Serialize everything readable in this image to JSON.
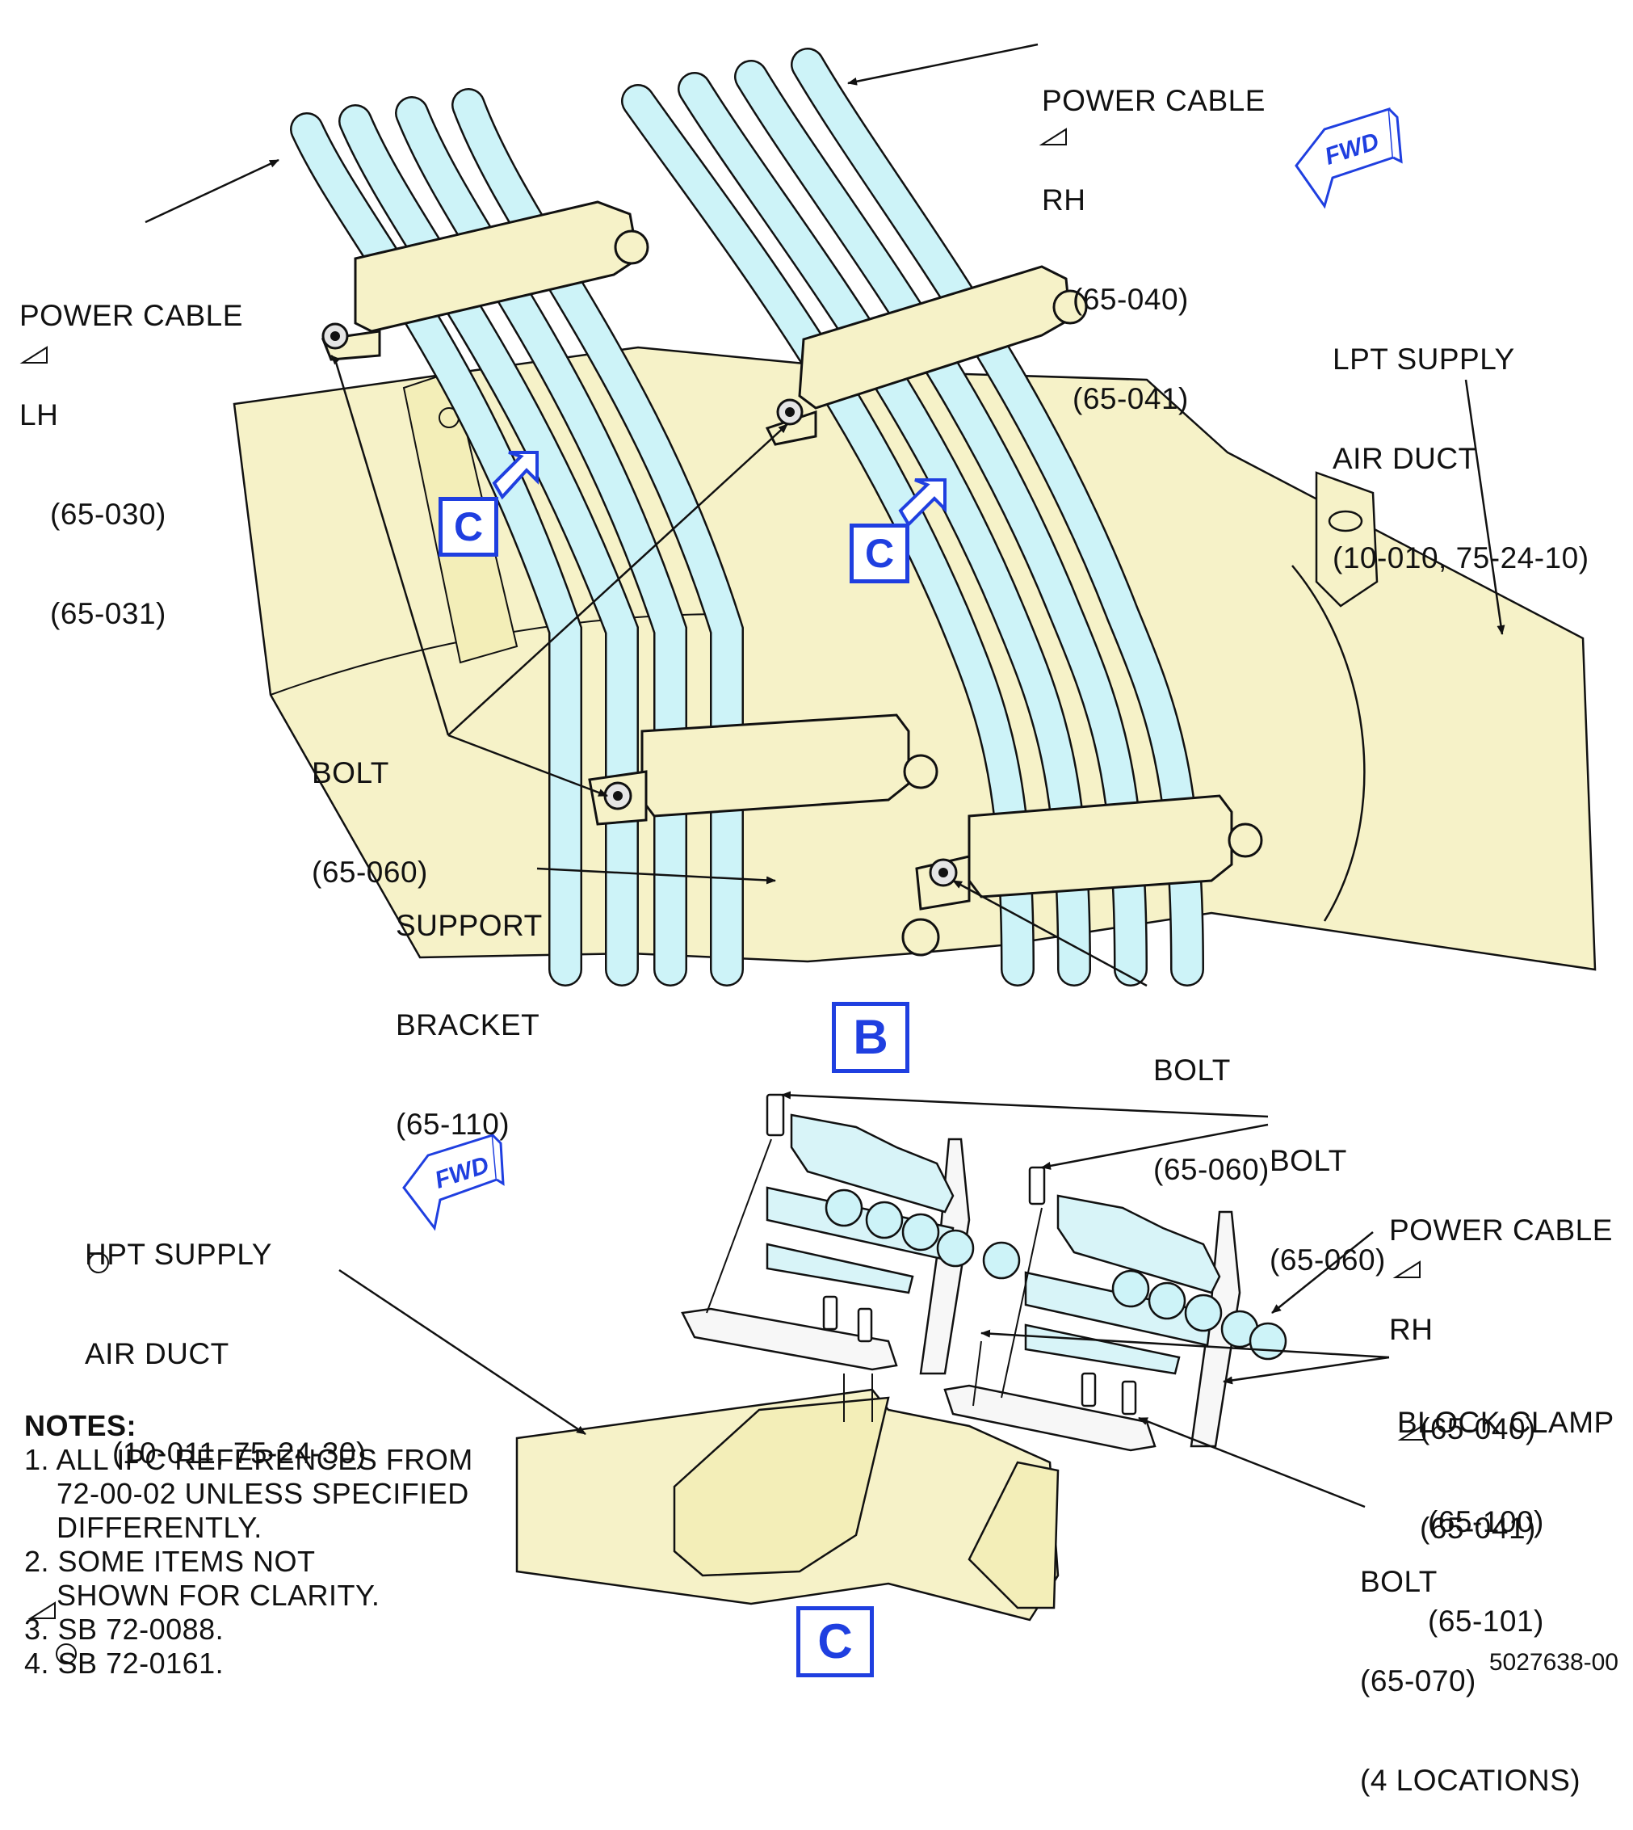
{
  "colors": {
    "cable": "#cdf3f8",
    "duct": "#f6f2c8",
    "line": "#111111",
    "callout": "#1f3fe0"
  },
  "view_b": {
    "label": "B",
    "fwd": "FWD",
    "power_cable_rh": {
      "line1": "POWER CABLE",
      "line2": "RH",
      "ref1": "(65-040)",
      "ref2": "(65-041)"
    },
    "power_cable_lh": {
      "line1": "POWER CABLE",
      "line2": "LH",
      "ref1": "(65-030)",
      "ref2": "(65-031)"
    },
    "lpt_duct": {
      "line1": "LPT SUPPLY",
      "line2": "AIR DUCT",
      "ref": "(10-010, 75-24-10)"
    },
    "bolt_left": {
      "line1": "BOLT",
      "ref": "(65-060)"
    },
    "support_bracket": {
      "line1": "SUPPORT",
      "line2": "BRACKET",
      "ref": "(65-110)"
    },
    "bolt_right": {
      "line1": "BOLT",
      "ref": "(65-060)"
    },
    "callout_c": "C"
  },
  "view_c": {
    "label": "C",
    "fwd": "FWD",
    "hpt_duct": {
      "line1": "HPT SUPPLY",
      "line2": "AIR DUCT",
      "ref": "(10-011, 75-24-30)"
    },
    "bolt_top": {
      "line1": "BOLT",
      "ref": "(65-060)"
    },
    "power_cable_rh": {
      "line1": "POWER CABLE",
      "line2": "RH",
      "ref1": "(65-040)",
      "ref2": "(65-041)"
    },
    "block_clamp": {
      "line1": "BLOCK CLAMP",
      "ref1": "(65-100)",
      "ref2": "(65-101)"
    },
    "bolt_bottom": {
      "line1": "BOLT",
      "ref": "(65-070)",
      "qty": "(4 LOCATIONS)"
    }
  },
  "notes": {
    "heading": "NOTES:",
    "items": [
      {
        "l1": "1. ALL IPC REFERENCES FROM",
        "l2": "72-00-02 UNLESS SPECIFIED",
        "l3": "DIFFERENTLY."
      },
      {
        "l1": "2. SOME ITEMS NOT",
        "l2": "SHOWN FOR CLARITY."
      },
      {
        "l1": "3. SB 72-0088."
      },
      {
        "l1": "4. SB 72-0161."
      }
    ]
  },
  "drawing_number": "5027638-00"
}
